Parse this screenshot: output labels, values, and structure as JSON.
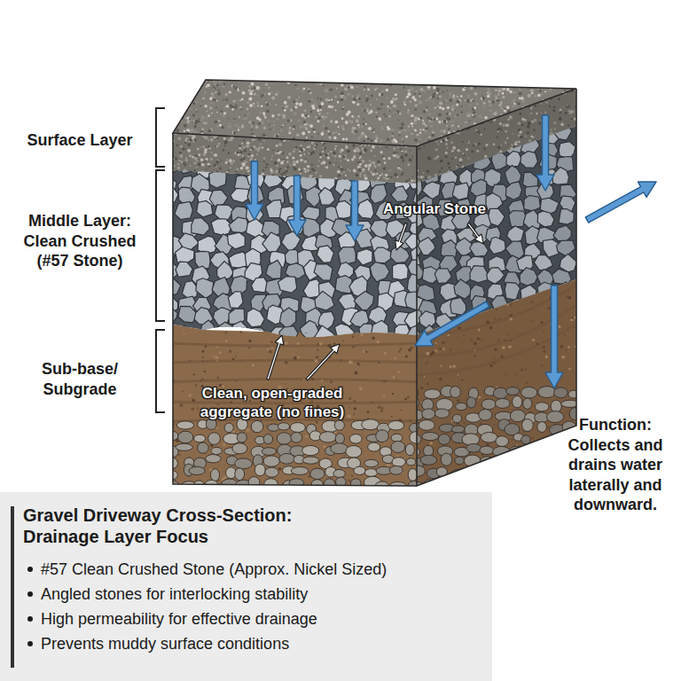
{
  "diagram": {
    "nodes": [
      {
        "text": [
          "Gravel Driveway Cross-Section: Drainage Layer Focus",
          "#57 Clean Crushed Stone (Approx. Nickel Sized)",
          "Angled stones for interlocking stability",
          "High permeability for effective drainage",
          "Prevents muddy surface conditions"
        ]
      }
    ],
    "labels": [
      "Surface Layer",
      "Middle Layer: Clean Crushed (#57 Stone)",
      "Sub-base/ Subgrade",
      "Angular Stone",
      "Clean, open-graded aggregate (no fines)",
      "Function: Collects and drains water laterally and downward."
    ]
  }
}
